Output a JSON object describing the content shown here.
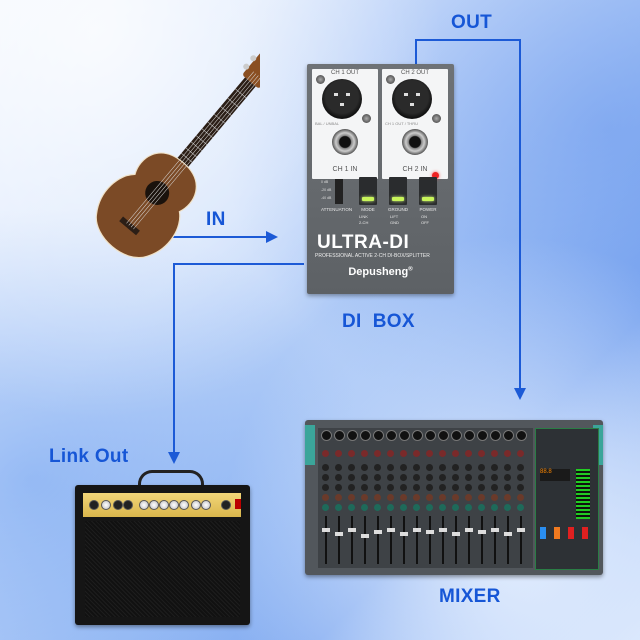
{
  "diagram": {
    "labels": {
      "in": "IN",
      "out": "OUT",
      "link_out": "Link Out",
      "di_box": "DI  BOX",
      "mixer": "MIXER"
    },
    "colors": {
      "label": "#1656d6",
      "wire": "#1c5ad6"
    },
    "nodes": [
      {
        "id": "ukulele",
        "name": "Ukulele"
      },
      {
        "id": "di_box",
        "name": "DI BOX"
      },
      {
        "id": "amp",
        "name": "Guitar amplifier"
      },
      {
        "id": "mixer",
        "name": "MIXER"
      }
    ],
    "edges": [
      {
        "from": "ukulele",
        "to": "di_box",
        "label": "IN"
      },
      {
        "from": "di_box",
        "to": "mixer",
        "label": "OUT"
      },
      {
        "from": "di_box",
        "to": "amp",
        "label": "Link Out"
      }
    ]
  },
  "di_box": {
    "ch1_out": "CH 1 OUT",
    "ch2_out": "CH 2 OUT",
    "ch1_in": "CH 1 IN",
    "ch2_in": "CH 2 IN",
    "bal_unbal": "BAL / UNBAL",
    "ch1_out_small": "CH 1 OUT / THRU",
    "attenuation_label": "ATTENUATION",
    "atten_levels": [
      "0 dB",
      "-20 dB",
      "-40 dB"
    ],
    "switches": [
      {
        "label": "MODE",
        "opts": [
          "LINK",
          "2-CH"
        ]
      },
      {
        "label": "GROUND",
        "opts": [
          "LIFT",
          "GND"
        ]
      },
      {
        "label": "POWER",
        "opts": [
          "ON",
          "OFF"
        ]
      }
    ],
    "brand": "ULTRA-DI",
    "subtitle": "PROFESSIONAL ACTIVE 2-CH DI-BOX/SPLITTER",
    "maker": "Depusheng",
    "reg": "®"
  },
  "mixer_display": "88.8"
}
